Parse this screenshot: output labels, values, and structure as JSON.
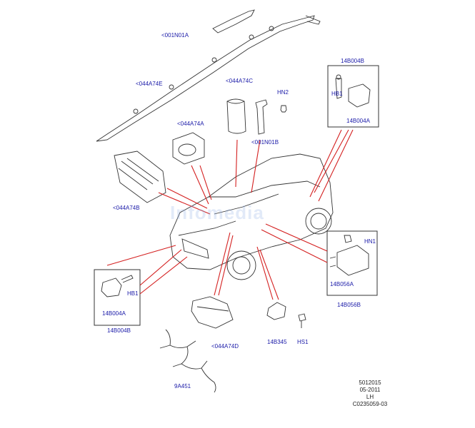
{
  "watermark": "Infomedia",
  "labels": {
    "l001n01a": "<001N01A",
    "l044a74e": "<044A74E",
    "l044a74c": "<044A74C",
    "hn2": "HN2",
    "l001n01b": "<001N01B",
    "l14b004b_top": "14B004B",
    "hb1_top": "HB1",
    "l14b004a_top": "14B004A",
    "l044a74a": "<044A74A",
    "l044a74b": "<044A74B",
    "hn1": "HN1",
    "l14b056a": "14B056A",
    "l14b056b": "14B056B",
    "hb1_bottom": "HB1",
    "l14b004a_bottom": "14B004A",
    "l14b004b_bottom": "14B004B",
    "l044a74d": "<044A74D",
    "l14b345": "14B345",
    "hs1": "HS1",
    "l9a451": "9A451"
  },
  "meta": {
    "line1": "5012015",
    "line2": "05-2011",
    "line3": "LH",
    "line4": "C0235059-03"
  },
  "colors": {
    "label": "#1a1aa8",
    "leader": "#d42020",
    "outline": "#333333"
  }
}
